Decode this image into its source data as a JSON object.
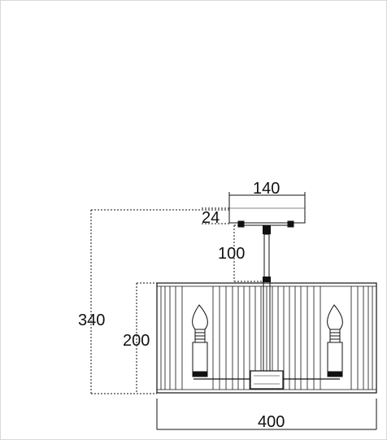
{
  "drawing": {
    "subject": "semi-flush ceiling light",
    "dimensions": {
      "canopy_width": "140",
      "canopy_height": "24",
      "stem_length": "100",
      "total_height": "340",
      "shade_height": "200",
      "shade_width": "400"
    }
  }
}
